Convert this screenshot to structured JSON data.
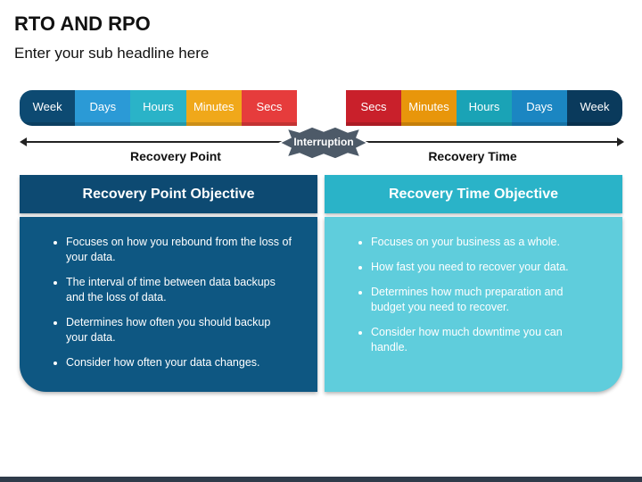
{
  "header": {
    "title": "RTO AND RPO",
    "subtitle": "Enter your sub headline here"
  },
  "left_timeline": [
    {
      "label": "Week",
      "color": "#0d4a72"
    },
    {
      "label": "Days",
      "color": "#2b9ad6"
    },
    {
      "label": "Hours",
      "color": "#2ab3c8"
    },
    {
      "label": "Minutes",
      "color": "#f0a81a"
    },
    {
      "label": "Secs",
      "color": "#e63c3c"
    }
  ],
  "right_timeline": [
    {
      "label": "Secs",
      "color": "#c9202b"
    },
    {
      "label": "Minutes",
      "color": "#e8960b"
    },
    {
      "label": "Hours",
      "color": "#1aa3b6"
    },
    {
      "label": "Days",
      "color": "#1b86c2"
    },
    {
      "label": "Week",
      "color": "#0a3a5c"
    }
  ],
  "interruption": {
    "label": "Interruption",
    "color": "#4d5a68"
  },
  "axis": {
    "left_label": "Recovery Point",
    "right_label": "Recovery Time"
  },
  "rpo": {
    "title": "Recovery Point Objective",
    "items": [
      "Focuses on how you rebound from the loss of your data.",
      "The interval of time between data backups and the loss of data.",
      "Determines how often you should backup your data.",
      "Consider how often your data changes."
    ]
  },
  "rto": {
    "title": "Recovery Time Objective",
    "items": [
      "Focuses on your business as a whole.",
      "How fast you need to recover your data.",
      "Determines how much preparation and budget you need to recover.",
      "Consider how much downtime you can handle."
    ]
  }
}
